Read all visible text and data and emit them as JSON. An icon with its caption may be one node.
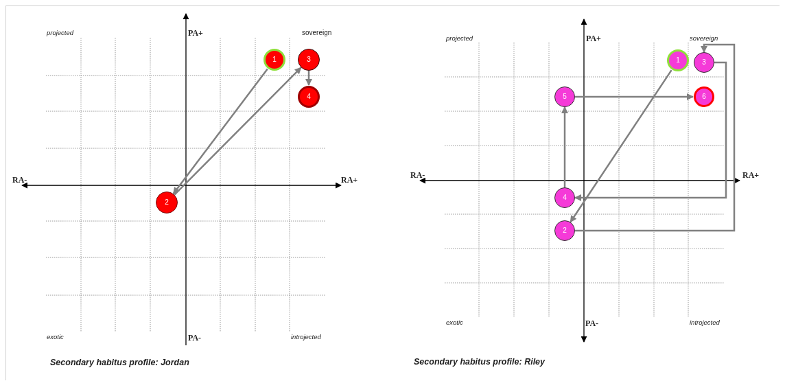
{
  "diagram": {
    "nodes": [
      {
        "text": [
          "1"
        ]
      },
      {
        "text": [
          "2"
        ]
      },
      {
        "text": [
          "3"
        ]
      },
      {
        "text": [
          "4"
        ]
      },
      {
        "text": [
          "1"
        ]
      },
      {
        "text": [
          "2"
        ]
      },
      {
        "text": [
          "3"
        ]
      },
      {
        "text": [
          "4"
        ]
      },
      {
        "text": [
          "5"
        ]
      },
      {
        "text": [
          "6"
        ]
      }
    ],
    "edges": [
      {
        "from": 0,
        "to": 1,
        "arrow": "to"
      },
      {
        "from": 1,
        "to": 2,
        "arrow": "to"
      },
      {
        "from": 2,
        "to": 3,
        "arrow": "to"
      },
      {
        "from": 4,
        "to": 5,
        "arrow": "to"
      },
      {
        "from": 5,
        "to": 6,
        "arrow": "to"
      },
      {
        "from": 6,
        "to": 7,
        "arrow": "to"
      },
      {
        "from": 7,
        "to": 8,
        "arrow": "to"
      },
      {
        "from": 8,
        "to": 9,
        "arrow": "to"
      }
    ],
    "labels": [
      "projected",
      "PA+",
      "sovereign",
      "RA-",
      "RA+",
      "exotic",
      "PA-",
      "introjected",
      "Secondary habitus profile: Jordan",
      "projected",
      "PA+",
      "sovereign",
      "RA-",
      "RA+",
      "exotic",
      "PA-",
      "introjected",
      "Secondary habitus profile: Riley"
    ]
  }
}
